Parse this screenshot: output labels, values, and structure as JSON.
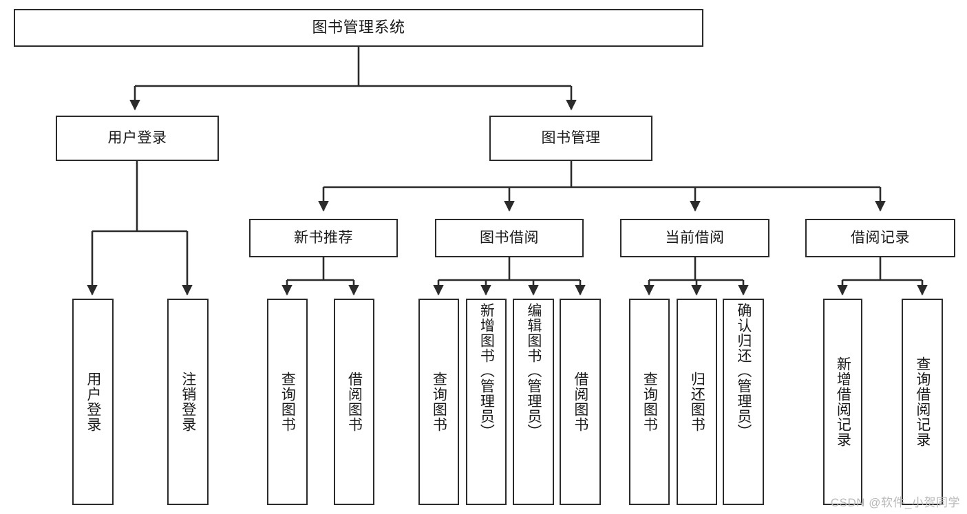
{
  "diagram": {
    "title": "图书管理系统",
    "type": "tree-hierarchy",
    "watermark": "CSDN @软件_小贺同学",
    "line_color": "#2b2b2b",
    "box_fill": "#ffffff",
    "text_color": "#1a1a1a",
    "watermark_color": "#b9b9b9"
  },
  "nodes": {
    "root": {
      "label": "图书管理系统"
    },
    "level2": [
      {
        "label": "用户登录"
      },
      {
        "label": "图书管理"
      }
    ],
    "level3": [
      {
        "label": "新书推荐"
      },
      {
        "label": "图书借阅"
      },
      {
        "label": "当前借阅"
      },
      {
        "label": "借阅记录"
      }
    ],
    "leaves_user_login": [
      {
        "label": "用户登录"
      },
      {
        "label": "注销登录"
      }
    ],
    "leaves_new_book": [
      {
        "label": "查询图书"
      },
      {
        "label": "借阅图书"
      }
    ],
    "leaves_borrow": [
      {
        "label": "查询图书"
      },
      {
        "label": "新增图书（管理员）"
      },
      {
        "label": "编辑图书（管理员）"
      },
      {
        "label": "借阅图书"
      }
    ],
    "leaves_current": [
      {
        "label": "查询图书"
      },
      {
        "label": "归还图书"
      },
      {
        "label": "确认归还（管理员）"
      }
    ],
    "leaves_records": [
      {
        "label": "新增借阅记录"
      },
      {
        "label": "查询借阅记录"
      }
    ]
  }
}
